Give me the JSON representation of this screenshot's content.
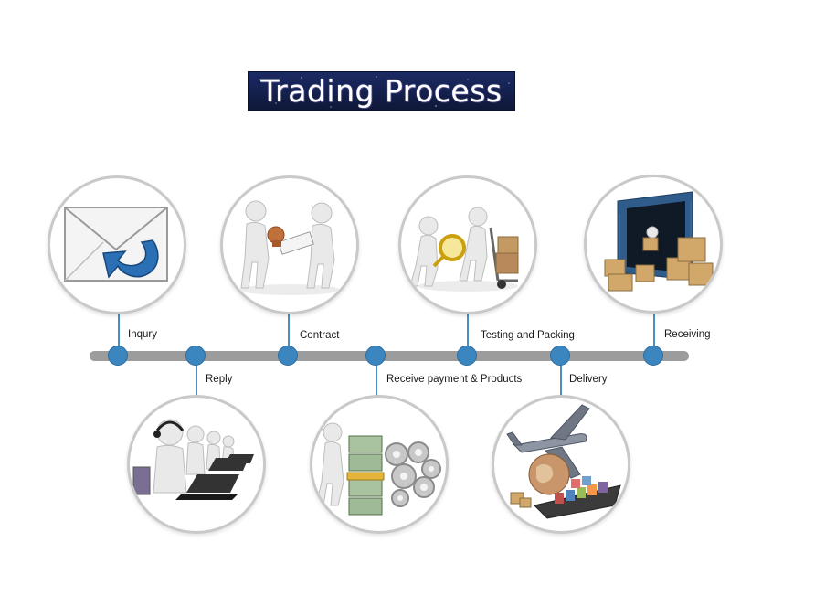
{
  "title": "Trading Process",
  "colors": {
    "node": "#3c86c0",
    "bar": "#9c9c9c",
    "ring": "#c9c9c9",
    "banner": "#15214f"
  },
  "steps": [
    {
      "label": "Inqury",
      "icon": "envelope-reply-icon"
    },
    {
      "label": "Reply",
      "icon": "call-center-icon"
    },
    {
      "label": "Contract",
      "icon": "contract-stamp-icon"
    },
    {
      "label": "Receive payment & Products",
      "icon": "money-gears-icon"
    },
    {
      "label": "Testing and Packing",
      "icon": "inspection-cart-icon"
    },
    {
      "label": "Delivery",
      "icon": "plane-ship-globe-icon"
    },
    {
      "label": "Receiving",
      "icon": "container-boxes-icon"
    }
  ]
}
